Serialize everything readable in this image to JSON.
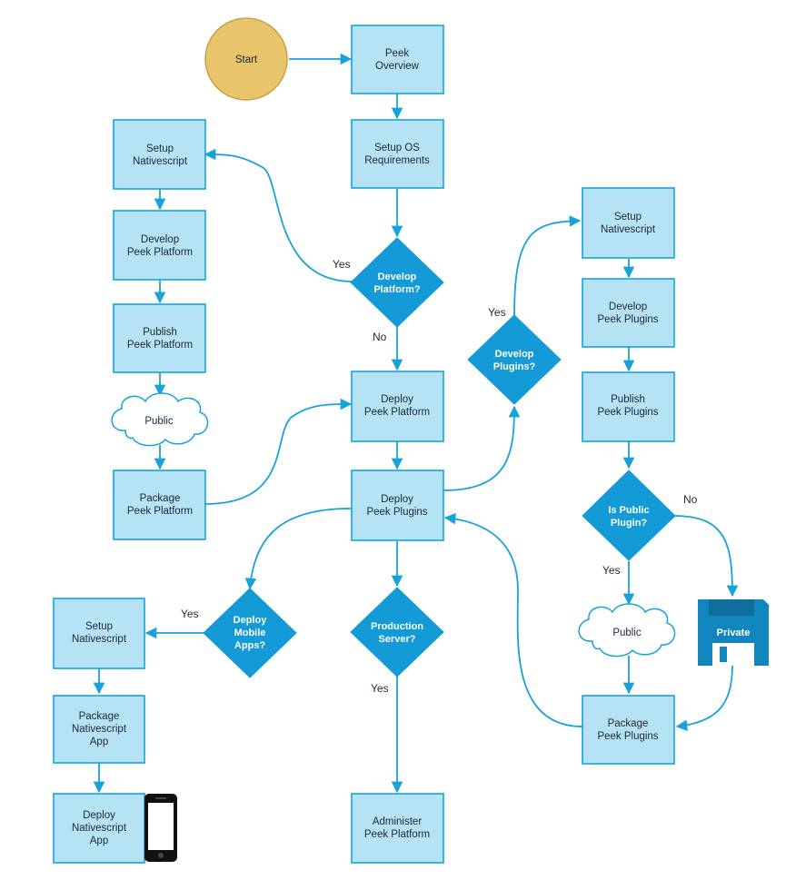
{
  "colors": {
    "box_fill": "#b5e2f5",
    "box_stroke": "#17a3da",
    "decision_fill": "#149ad6",
    "start_fill": "#e8c56b",
    "start_stroke": "#c9a14a",
    "connector": "#17a3da",
    "floppy": "#1186bd"
  },
  "nodes": {
    "start": [
      "Start"
    ],
    "peek_overview": [
      "Peek",
      "Overview"
    ],
    "setup_os": [
      "Setup OS",
      "Requirements"
    ],
    "develop_platform_q": [
      "Develop",
      "Platform?"
    ],
    "deploy_platform": [
      "Deploy",
      "Peek Platform"
    ],
    "deploy_plugins": [
      "Deploy",
      "Peek Plugins"
    ],
    "production_server_q": [
      "Production",
      "Server?"
    ],
    "administer_platform": [
      "Administer",
      "Peek Platform"
    ],
    "left_setup_ns": [
      "Setup",
      "Nativescript"
    ],
    "develop_platform": [
      "Develop",
      "Peek Platform"
    ],
    "publish_platform": [
      "Publish",
      "Peek Platform"
    ],
    "public_cloud_left": [
      "Public"
    ],
    "package_platform": [
      "Package",
      "Peek Platform"
    ],
    "develop_plugins_q": [
      "Develop",
      "Plugins?"
    ],
    "right_setup_ns": [
      "Setup",
      "Nativescript"
    ],
    "develop_plugins": [
      "Develop",
      "Peek Plugins"
    ],
    "publish_plugins": [
      "Publish",
      "Peek Plugins"
    ],
    "is_public_plugin_q": [
      "Is Public",
      "Plugin?"
    ],
    "public_cloud_right": [
      "Public"
    ],
    "private_storage": [
      "Private"
    ],
    "package_plugins": [
      "Package",
      "Peek Plugins"
    ],
    "deploy_mobile_q": [
      "Deploy",
      "Mobile",
      "Apps?"
    ],
    "bottom_setup_ns": [
      "Setup",
      "Nativescript"
    ],
    "package_ns_app": [
      "Package",
      "Nativescript",
      "App"
    ],
    "deploy_ns_app": [
      "Deploy",
      "Nativescript",
      "App"
    ]
  },
  "edge_labels": {
    "develop_platform_yes": "Yes",
    "develop_platform_no": "No",
    "develop_plugins_yes": "Yes",
    "is_public_no": "No",
    "is_public_yes": "Yes",
    "deploy_mobile_yes": "Yes",
    "production_yes": "Yes"
  }
}
